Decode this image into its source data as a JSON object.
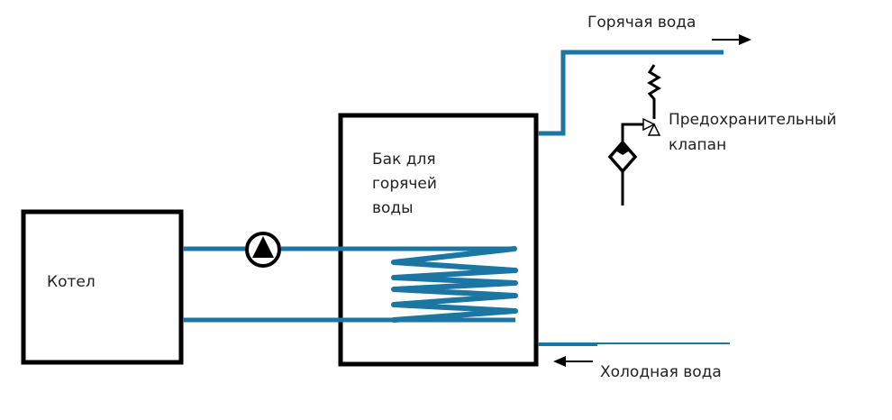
{
  "diagram": {
    "type": "hot-water-heating-scheme",
    "colors": {
      "pipe": "#1b76a3",
      "outline": "#000000",
      "text": "#222222"
    },
    "boiler": {
      "label": "Котел"
    },
    "tank": {
      "label_lines": [
        "Бак для",
        "горячей",
        "воды"
      ]
    },
    "pump": {
      "icon": "circulation-pump-icon"
    },
    "coil": {
      "icon": "heat-exchanger-coil"
    },
    "hot_water": {
      "label": "Горячая вода",
      "direction": "out"
    },
    "cold_water": {
      "label": "Холодная вода",
      "direction": "in"
    },
    "safety_valve": {
      "label_lines": [
        "Предохранительный",
        "клапан"
      ]
    }
  }
}
